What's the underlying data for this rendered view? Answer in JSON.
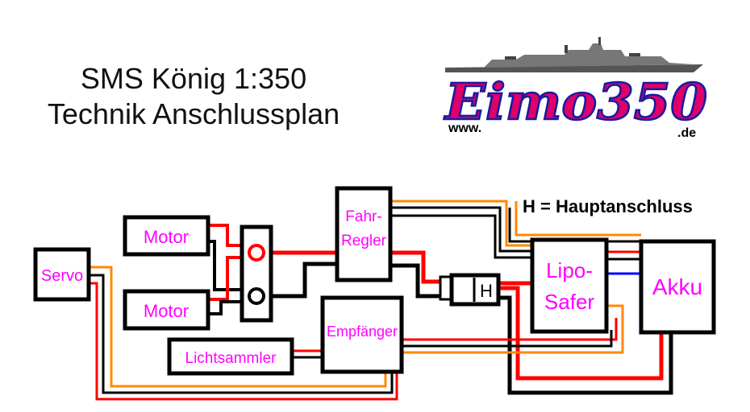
{
  "title": {
    "line1": "SMS König 1:350",
    "line2": "Technik Anschlussplan"
  },
  "logo": {
    "brand": "Eimo350",
    "prefix": "www.",
    "suffix": ".de"
  },
  "legend": "H = Hauptanschluss",
  "components": {
    "motor1": "Motor",
    "motor2": "Motor",
    "servo": "Servo",
    "regler_line1": "Fahr-",
    "regler_line2": "Regler",
    "empfaenger": "Empfänger",
    "lichtsammler": "Lichtsammler",
    "lipo_line1": "Lipo-",
    "lipo_line2": "Safer",
    "akku": "Akku",
    "connector": "H"
  },
  "colors": {
    "label": "#ff00ff",
    "plus": "#ff0000",
    "minus": "#000000",
    "signal": "#ff8800",
    "balancer": "#0000ff"
  }
}
